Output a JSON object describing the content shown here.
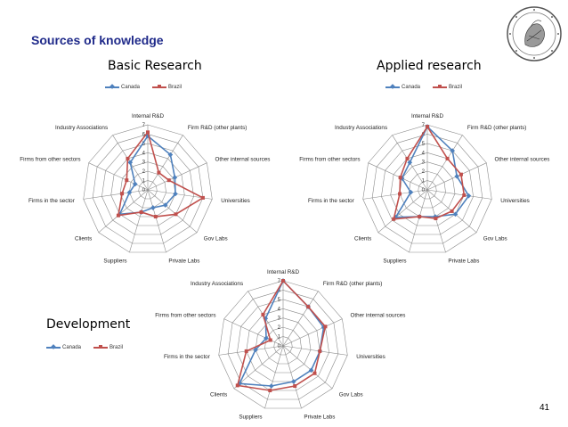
{
  "slide": {
    "title": "Sources of knowledge",
    "page_number": "41"
  },
  "legend": {
    "canada": "Canada",
    "brazil": "Brazil"
  },
  "colors": {
    "canada": "#4f81bd",
    "brazil": "#c0504d",
    "grid": "#8c8c8c"
  },
  "chart_data": [
    {
      "type": "radar",
      "title": "Basic Research",
      "axes": [
        "Internal R&D",
        "Firm R&D (other plants)",
        "Other internal sources",
        "Universities",
        "Gov Labs",
        "Private Labs",
        "Suppliers",
        "Clients",
        "Firms in the sector",
        "Firms from other sectors",
        "Industry Associations"
      ],
      "ticks": [
        "0",
        "1",
        "2",
        "3",
        "4",
        "5",
        "6",
        "7"
      ],
      "range": [
        0,
        7
      ],
      "series": [
        {
          "name": "Canada",
          "values": [
            5.8,
            4.5,
            3.2,
            3.0,
            2.5,
            2.0,
            2.5,
            4.0,
            2.0,
            1.5,
            3.5
          ]
        },
        {
          "name": "Brazil",
          "values": [
            6.2,
            2.2,
            2.5,
            6.0,
            4.0,
            3.0,
            2.5,
            4.2,
            2.8,
            2.5,
            4.0
          ]
        }
      ]
    },
    {
      "type": "radar",
      "title": "Applied research",
      "axes": [
        "Internal R&D",
        "Firm R&D (other plants)",
        "Other internal sources",
        "Universities",
        "Gov Labs",
        "Private Labs",
        "Suppliers",
        "Clients",
        "Firms in the sector",
        "Firms from other sectors",
        "Industry Associations"
      ],
      "ticks": [
        "0",
        "1",
        "2",
        "3",
        "4",
        "5",
        "6",
        "7"
      ],
      "range": [
        0,
        7
      ],
      "series": [
        {
          "name": "Canada",
          "values": [
            6.8,
            5.0,
            3.5,
            4.5,
            4.0,
            3.0,
            3.0,
            4.5,
            1.8,
            3.0,
            3.5
          ]
        },
        {
          "name": "Brazil",
          "values": [
            6.8,
            4.0,
            4.0,
            4.0,
            3.5,
            3.2,
            3.0,
            4.8,
            3.0,
            3.2,
            4.0
          ]
        }
      ]
    },
    {
      "type": "radar",
      "title": "Development",
      "axes": [
        "Internal R&D",
        "Firm R&D (other plants)",
        "Other internal sources",
        "Universities",
        "Gov Labs",
        "Private Labs",
        "Suppliers",
        "Clients",
        "Firms in the sector",
        "Firms from other sectors",
        "Industry Associations"
      ],
      "ticks": [
        "0",
        "1",
        "2",
        "3",
        "4",
        "5",
        "6",
        "7"
      ],
      "range": [
        0,
        7
      ],
      "series": [
        {
          "name": "Canada",
          "values": [
            7.0,
            5.0,
            4.8,
            4.0,
            4.0,
            4.0,
            4.5,
            6.2,
            3.0,
            2.0,
            3.5
          ]
        },
        {
          "name": "Brazil",
          "values": [
            7.0,
            5.0,
            5.0,
            4.0,
            4.5,
            4.5,
            5.0,
            6.5,
            4.0,
            1.5,
            4.0
          ]
        }
      ]
    }
  ]
}
